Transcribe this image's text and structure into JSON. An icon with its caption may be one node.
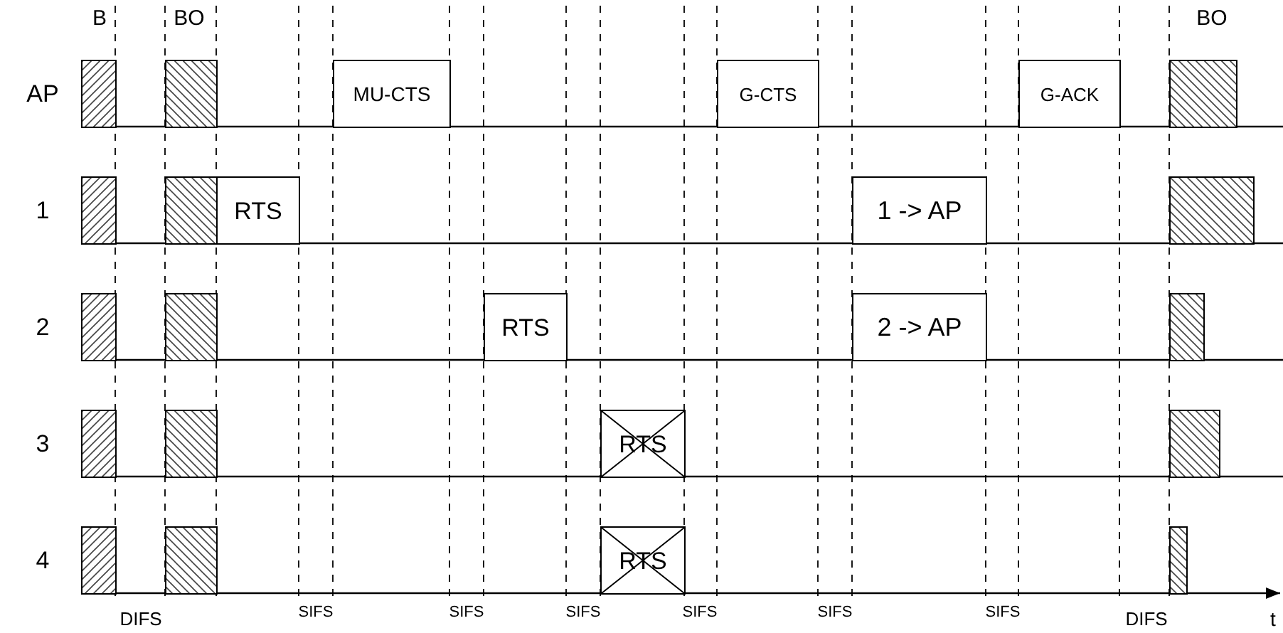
{
  "diagram": {
    "nodes": [
      {
        "text": [],
        "shape": "box"
      },
      {
        "text": [],
        "shape": "box"
      },
      {
        "text": [
          "MU-CTS"
        ]
      },
      {
        "text": [
          "G-CTS"
        ]
      },
      {
        "text": [
          "G-ACK"
        ]
      },
      {
        "text": [],
        "shape": "box"
      },
      {
        "text": [],
        "shape": "box"
      },
      {
        "text": [],
        "shape": "box"
      },
      {
        "text": [
          "RTS"
        ]
      },
      {
        "text": [
          "1 -> AP"
        ]
      },
      {
        "text": [],
        "shape": "box"
      },
      {
        "text": [],
        "shape": "box"
      },
      {
        "text": [],
        "shape": "box"
      },
      {
        "text": [
          "RTS"
        ]
      },
      {
        "text": [
          "2 -> AP"
        ]
      },
      {
        "text": [],
        "shape": "box"
      },
      {
        "text": [],
        "shape": "box"
      },
      {
        "text": [],
        "shape": "box"
      },
      {
        "text": [
          "RTS"
        ]
      },
      {
        "text": [],
        "shape": "box"
      },
      {
        "text": [],
        "shape": "box"
      },
      {
        "text": [],
        "shape": "box"
      },
      {
        "text": [
          "RTS"
        ]
      },
      {
        "text": [],
        "shape": "box"
      }
    ],
    "edges": [],
    "labels": [
      "B",
      "BO",
      "BO",
      "AP",
      "1",
      "2",
      "3",
      "4",
      "DIFS",
      "SIFS",
      "SIFS",
      "SIFS",
      "SIFS",
      "SIFS",
      "SIFS",
      "DIFS",
      "t"
    ]
  }
}
